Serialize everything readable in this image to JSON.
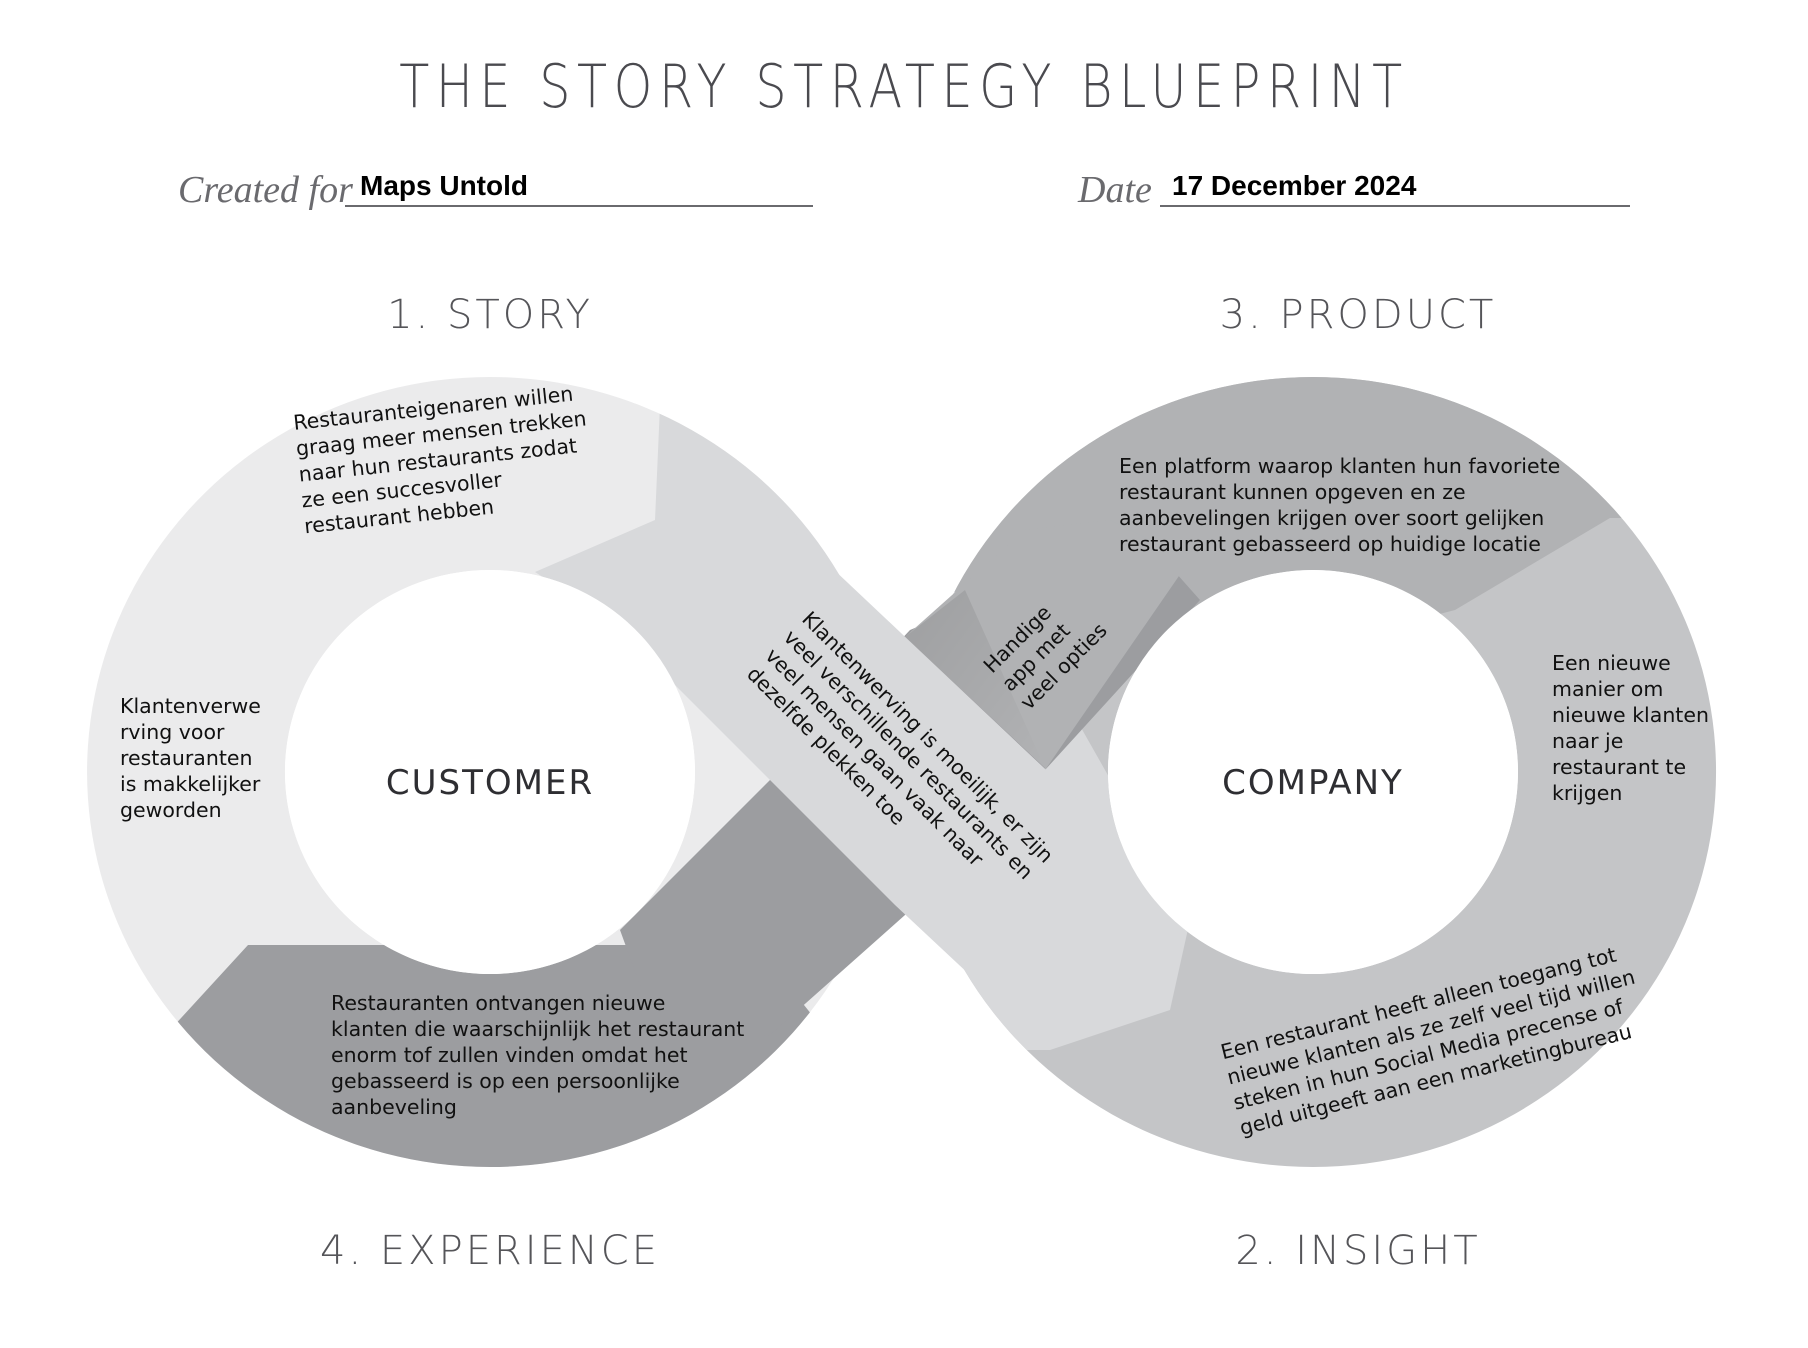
{
  "title": "THE STORY STRATEGY BLUEPRINT",
  "header": {
    "created_for_label": "Created for",
    "created_for_value": "Maps Untold",
    "date_label": "Date",
    "date_value": "17 December 2024"
  },
  "sections": {
    "story": "1. STORY",
    "product": "3. PRODUCT",
    "experience": "4. EXPERIENCE",
    "insight": "2. INSIGHT"
  },
  "centers": {
    "left": "CUSTOMER",
    "right": "COMPANY"
  },
  "colors": {
    "story_segment": "#ebebec",
    "crossing_light": "#d8d9db",
    "product_segment": "#b1b2b4",
    "insight_segment": "#c4c5c7",
    "experience_segment": "#9c9da0"
  },
  "segments": {
    "story_top": "Restauranteigenaren willen\ngraag meer mensen trekken\nnaar hun restaurants zodat\nze een succesvoller\nrestaurant hebben",
    "story_left": "Klantenverwe\nrving voor\nrestauranten\nis makkelijker\ngeworden",
    "crossing": "Klantenwerving is moeilijk, er zijn\nveel verschillende restaurants en\nveel mensen gaan vaak naar\ndezelfde plekken toe",
    "product_small": "Handige\napp met\nveel opties",
    "product_top": "Een platform waarop klanten hun favoriete\nrestaurant kunnen opgeven en ze\naanbevelingen krijgen over soort gelijken\nrestaurant gebasseerd op huidige locatie",
    "insight_right": "Een nieuwe\nmanier om\nnieuwe klanten\nnaar je\nrestaurant te\nkrijgen",
    "insight_bottom": "Een restaurant heeft alleen toegang tot\nnieuwe klanten als ze zelf veel tijd willen\nsteken in hun Social Media precense of\ngeld uitgeeft aan een marketingbureau",
    "experience_bottom": "Restauranten ontvangen nieuwe\nklanten die waarschijnlijk het restaurant\nenorm tof zullen vinden omdat het\ngebasseerd is op een persoonlijke\naanbeveling"
  }
}
